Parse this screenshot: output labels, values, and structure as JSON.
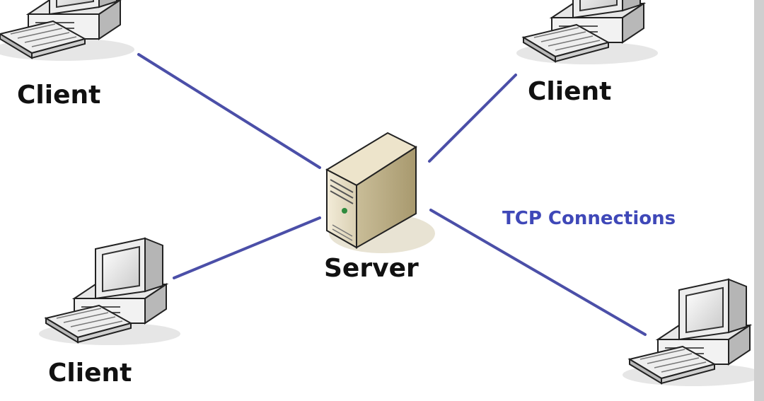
{
  "diagram": {
    "server_label": "Server",
    "client_labels": [
      "Client",
      "Client",
      "Client"
    ],
    "connections_label": "TCP Connections",
    "line_color": "#4b4fa8",
    "label_color": "#3f48b8",
    "icons": [
      "computer-icon",
      "server-icon"
    ]
  }
}
